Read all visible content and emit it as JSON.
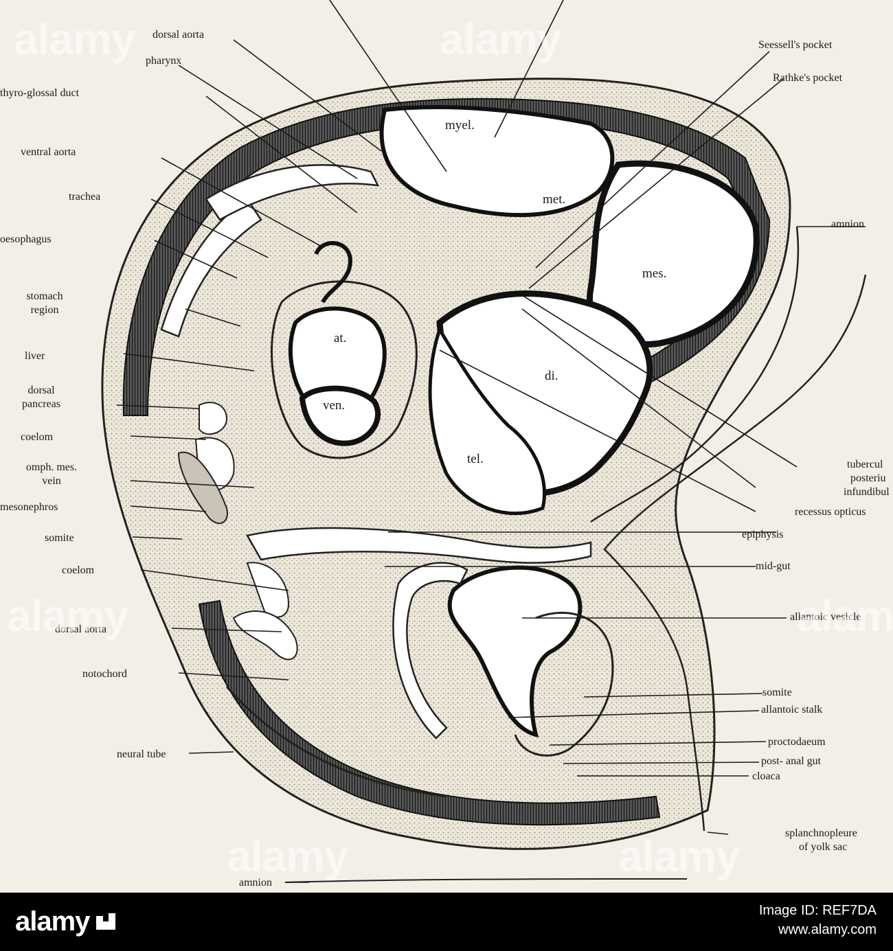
{
  "diagram": {
    "labels_left": {
      "dorsal_aorta_top": "dorsal aorta",
      "pharynx": "pharynx",
      "thyro_glossal": "thyro-glossal duct",
      "ventral_aorta": "ventral aorta",
      "trachea": "trachea",
      "oesophagus": "oesophagus",
      "stomach_1": "stomach",
      "stomach_2": "region",
      "liver": "liver",
      "dorsal_pancreas_1": "dorsal",
      "dorsal_pancreas_2": "pancreas",
      "coelom_top": "coelom",
      "omph_1": "omph. mes.",
      "omph_2": "vein",
      "mesonephros": "mesonephros",
      "somite_left": "somite",
      "coelom_bottom": "coelom",
      "dorsal_aorta_bottom": "dorsal aorta",
      "notochord": "notochord",
      "neural_tube": "neural tube",
      "amnion_bottom": "amnion"
    },
    "labels_right": {
      "seessell": "Seessell's pocket",
      "rathke": "Rathke's pocket",
      "amnion_right": "amnion",
      "tuberculum_1": "tubercul",
      "tuberculum_2": "posteriu",
      "tuberculum_3": "infundibul",
      "recessus": "recessus opticus",
      "epiphysis": "epiphysis",
      "mid_gut": "mid-gut",
      "allantoic_vesicle": "allantoic vesicle",
      "somite_right": "somite",
      "allantoic_stalk": "allantoic stalk",
      "proctodaeum": "proctodaeum",
      "post_anal": "post- anal gut",
      "cloaca": "cloaca",
      "splanch_1": "splanchnopleure",
      "splanch_2": "of yolk sac"
    },
    "labels_inner": {
      "myel": "myel.",
      "met": "met.",
      "mes": "mes.",
      "at": "at.",
      "ven": "ven.",
      "di": "di.",
      "tel": "tel."
    }
  },
  "watermark": {
    "text": "alamy"
  },
  "footer": {
    "logo": "alamy",
    "image_id": "Image ID: REF7DA",
    "url": "www.alamy.com"
  },
  "colors": {
    "background": "#f2efe6",
    "ink": "#1b1b1b",
    "footer": "#000000"
  }
}
